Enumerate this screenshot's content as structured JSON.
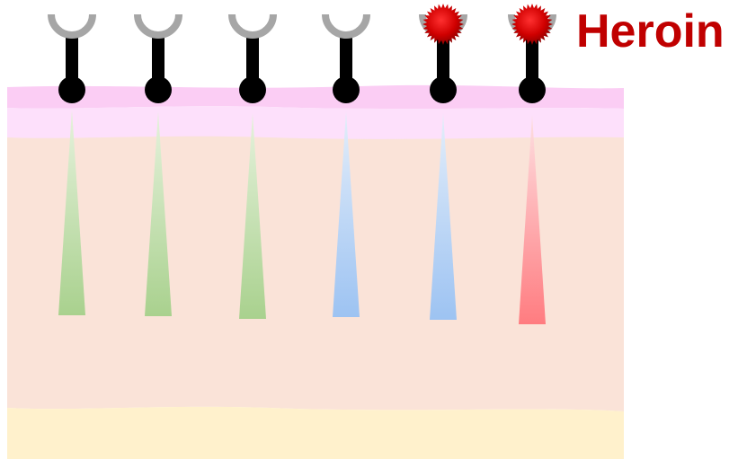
{
  "diagram": {
    "label": "Heroin",
    "colors": {
      "label": "#c00000",
      "skin_outer": "#fbcdf4",
      "skin_inner": "#fde0fb",
      "dermis": "#fae3d8",
      "fat_layer": "#fff1cc",
      "receptor_cup": "#a6a6a6",
      "receptor_stem": "#000000",
      "drug_molecule": "#cc0000",
      "signal_green": "#a9d18e",
      "signal_blue": "#9dc3e6",
      "signal_red": "#ff7c80"
    },
    "receptors": [
      {
        "bound": false,
        "signal": "green"
      },
      {
        "bound": false,
        "signal": "green"
      },
      {
        "bound": false,
        "signal": "green"
      },
      {
        "bound": false,
        "signal": "blue"
      },
      {
        "bound": true,
        "signal": "blue"
      },
      {
        "bound": true,
        "signal": "red"
      }
    ]
  }
}
